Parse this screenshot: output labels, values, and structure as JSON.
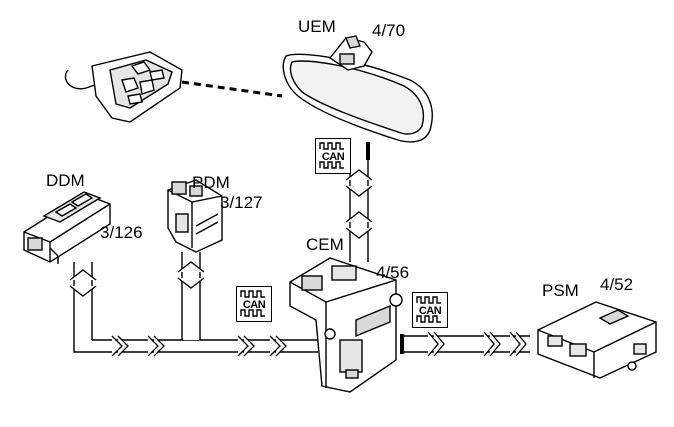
{
  "modules": {
    "uem": {
      "name": "UEM",
      "ref": "4/70"
    },
    "ddm": {
      "name": "DDM",
      "ref": "3/126"
    },
    "pdm": {
      "name": "PDM",
      "ref": "3/127"
    },
    "cem": {
      "name": "CEM",
      "ref": "4/56"
    },
    "psm": {
      "name": "PSM",
      "ref": "4/52"
    }
  },
  "can_label": "CAN",
  "colors": {
    "line": "#000000",
    "fill": "#ffffff",
    "device_shade": "#d9d9d9"
  }
}
